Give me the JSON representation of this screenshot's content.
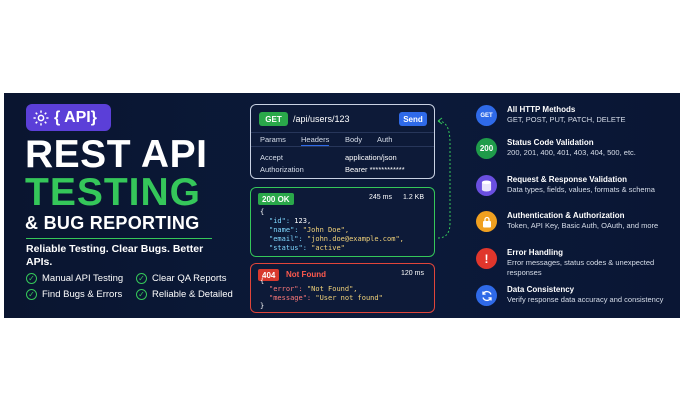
{
  "badge": {
    "text": "{ API}"
  },
  "title": {
    "line1": "REST API",
    "line2": "TESTING",
    "line3": "& BUG REPORTING"
  },
  "tagline": "Reliable Testing. Clear Bugs. Better APIs.",
  "features": [
    "Manual API Testing",
    "Clear QA Reports",
    "Find Bugs & Errors",
    "Reliable & Detailed"
  ],
  "request": {
    "method": "GET",
    "endpoint": "/api/users/123",
    "send_label": "Send",
    "tabs": [
      "Params",
      "Headers",
      "Body",
      "Auth"
    ],
    "active_tab": "Headers",
    "headers": [
      {
        "name": "Accept",
        "value": "application/json"
      },
      {
        "name": "Authorization",
        "value": "Bearer ************"
      }
    ]
  },
  "success": {
    "status": "200 OK",
    "time": "245 ms",
    "size": "1.2 KB",
    "body": {
      "open": "{",
      "id_key": "\"id\":",
      "id_val": "123,",
      "name_key": "\"name\":",
      "name_val": "\"John Doe\",",
      "email_key": "\"email\":",
      "email_val": "\"john.doe@example.com\",",
      "status_key": "\"status\":",
      "status_val": "\"active\"",
      "close": "}"
    }
  },
  "error": {
    "code": "404",
    "label": "Not Found",
    "time": "120 ms",
    "body": {
      "open": "{",
      "error_key": "\"error\":",
      "error_val": "\"Not Found\",",
      "message_key": "\"message\":",
      "message_val": "\"User not found\"",
      "close": "}"
    }
  },
  "right_items": [
    {
      "icon": "get-icon",
      "icon_text": "GET",
      "color": "#2f6ae8",
      "title": "All HTTP Methods",
      "desc": "GET, POST, PUT, PATCH, DELETE"
    },
    {
      "icon": "status-200-icon",
      "icon_text": "200",
      "color": "#1f9b4a",
      "title": "Status Code Validation",
      "desc": "200, 201, 400, 401, 403, 404, 500, etc."
    },
    {
      "icon": "database-icon",
      "icon_text": "",
      "color": "#6a4fe0",
      "title": "Request & Response Validation",
      "desc": "Data types, fields, values, formats & schema"
    },
    {
      "icon": "lock-icon",
      "icon_text": "",
      "color": "#f0a020",
      "title": "Authentication & Authorization",
      "desc": "Token, API Key, Basic Auth, OAuth, and more"
    },
    {
      "icon": "alert-icon",
      "icon_text": "!",
      "color": "#e0362c",
      "title": "Error Handling",
      "desc": "Error messages, status codes & unexpected responses"
    },
    {
      "icon": "sync-icon",
      "icon_text": "",
      "color": "#2f6ae8",
      "title": "Data Consistency",
      "desc": "Verify response data accuracy and consistency"
    }
  ],
  "colors": {
    "background": "#0b1a3a",
    "accent_green": "#35c75a",
    "accent_purple": "#5b3fd8",
    "accent_blue": "#2f6ae8",
    "accent_red": "#e0453a"
  }
}
